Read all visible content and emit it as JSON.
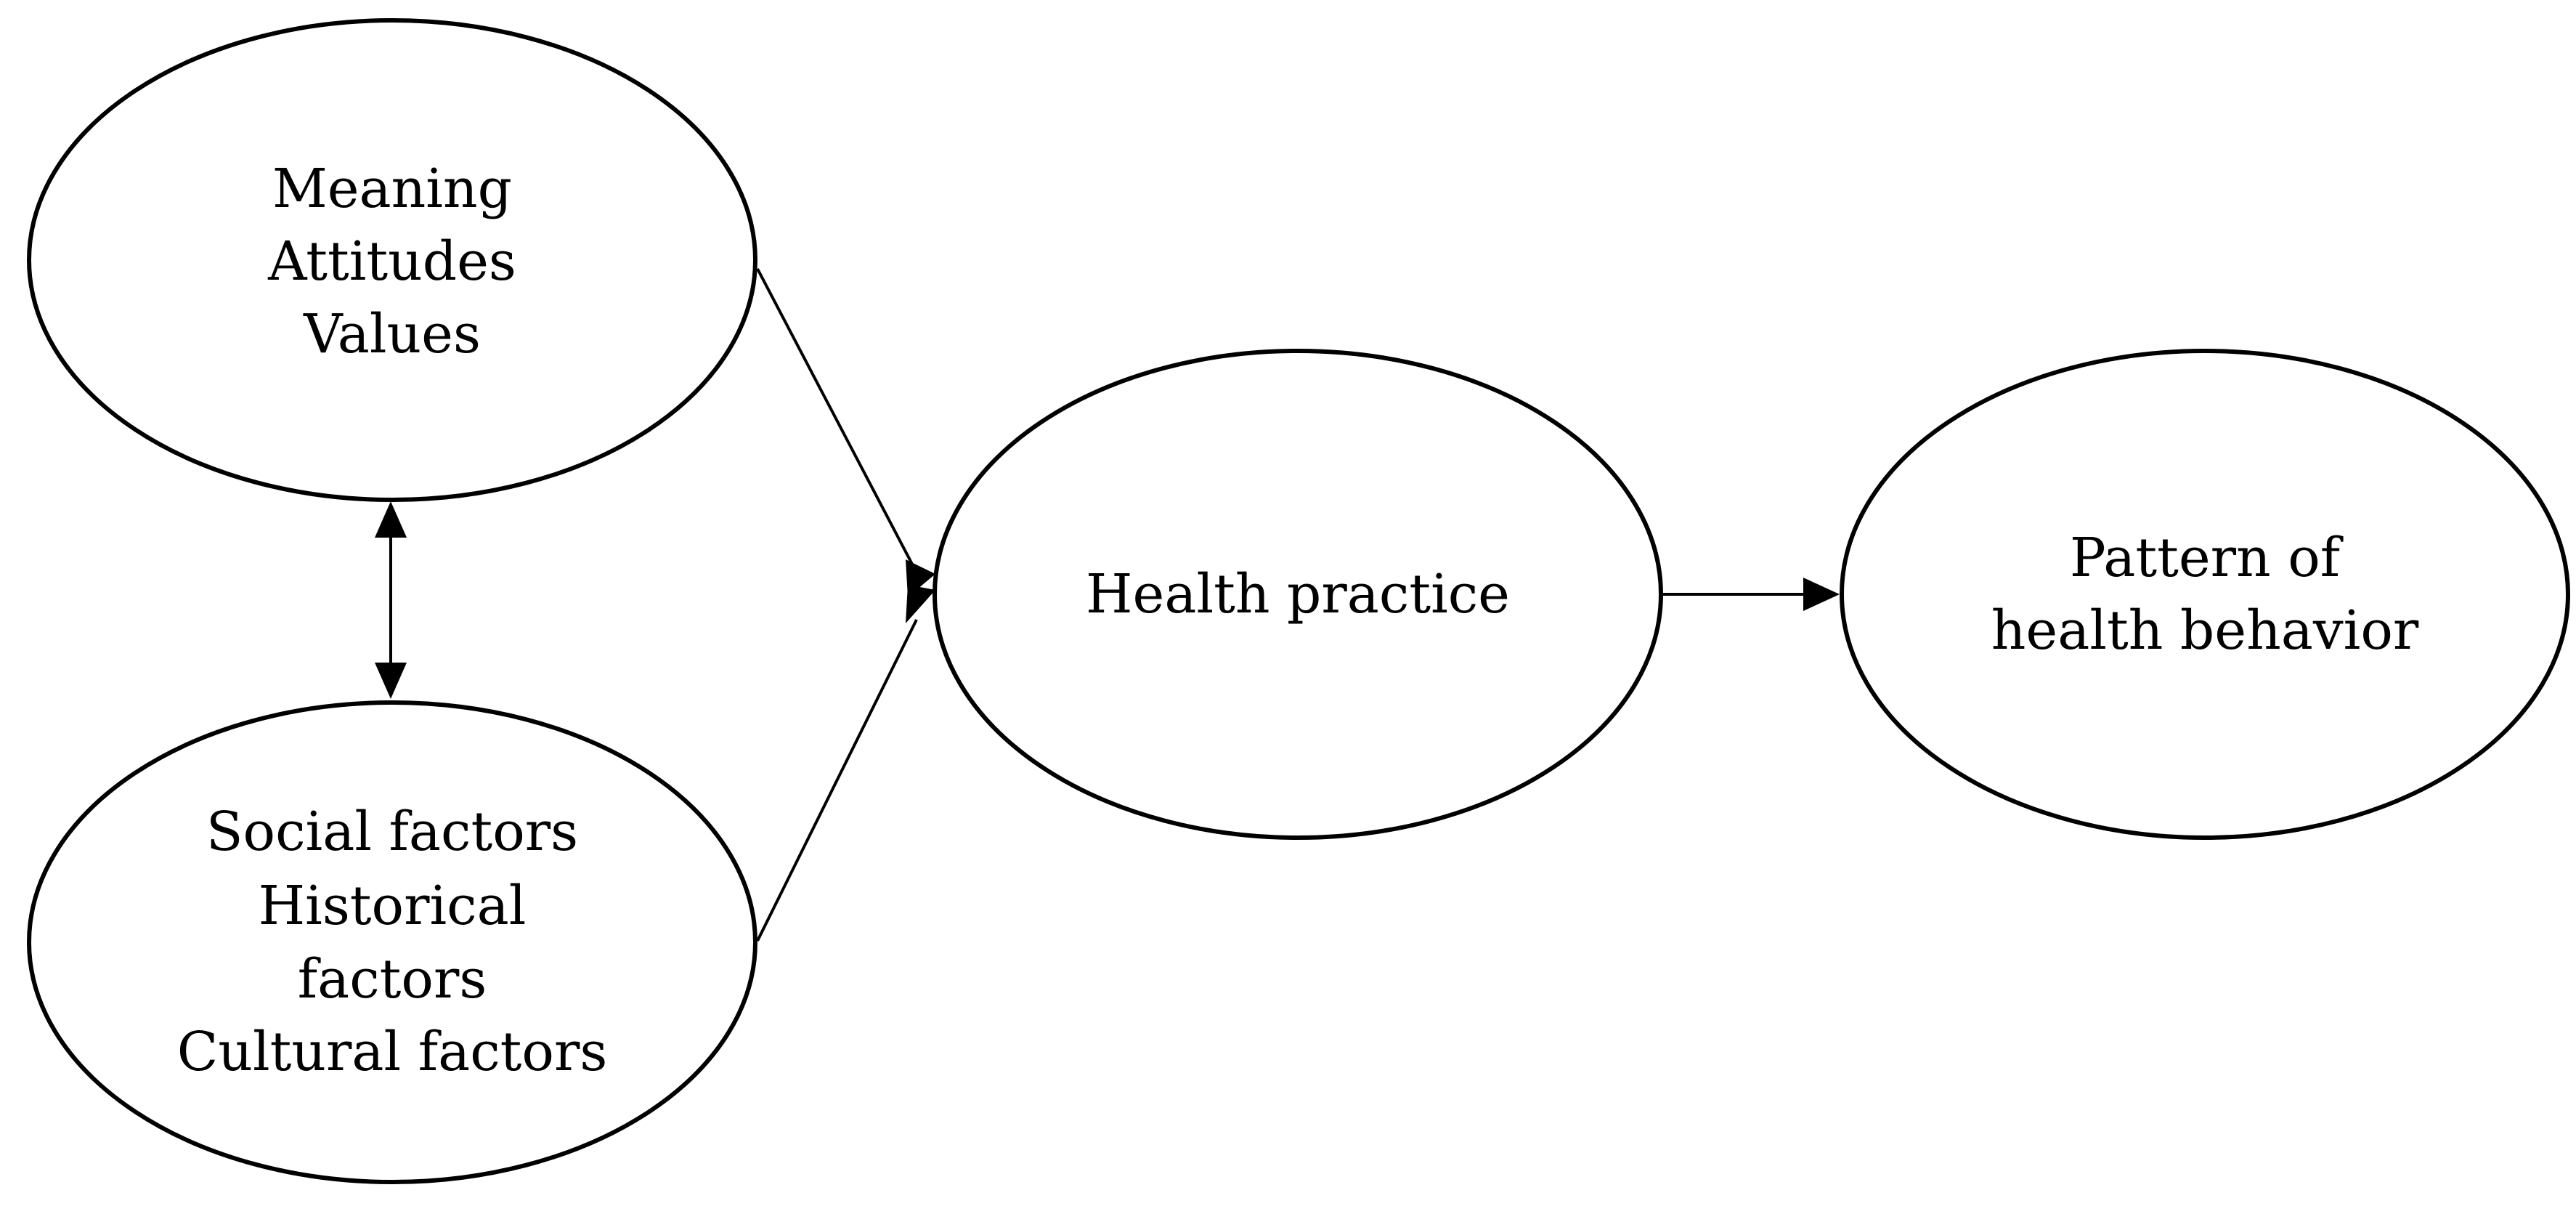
{
  "nodes": {
    "beliefs": {
      "lines": [
        "Meaning",
        "Attitudes",
        "Values"
      ]
    },
    "factors": {
      "lines": [
        "Social factors",
        "Historical",
        "factors",
        "Cultural factors"
      ]
    },
    "practice": {
      "lines": [
        "Health practice"
      ]
    },
    "pattern": {
      "lines": [
        "Pattern of",
        "health behavior"
      ]
    }
  },
  "edges": [
    {
      "from": "beliefs",
      "to": "factors",
      "direction": "both"
    },
    {
      "from": "beliefs",
      "to": "practice",
      "direction": "forward"
    },
    {
      "from": "factors",
      "to": "practice",
      "direction": "forward"
    },
    {
      "from": "practice",
      "to": "pattern",
      "direction": "forward"
    }
  ],
  "colors": {
    "stroke": "#000000",
    "fill": "#ffffff",
    "text": "#000000"
  }
}
